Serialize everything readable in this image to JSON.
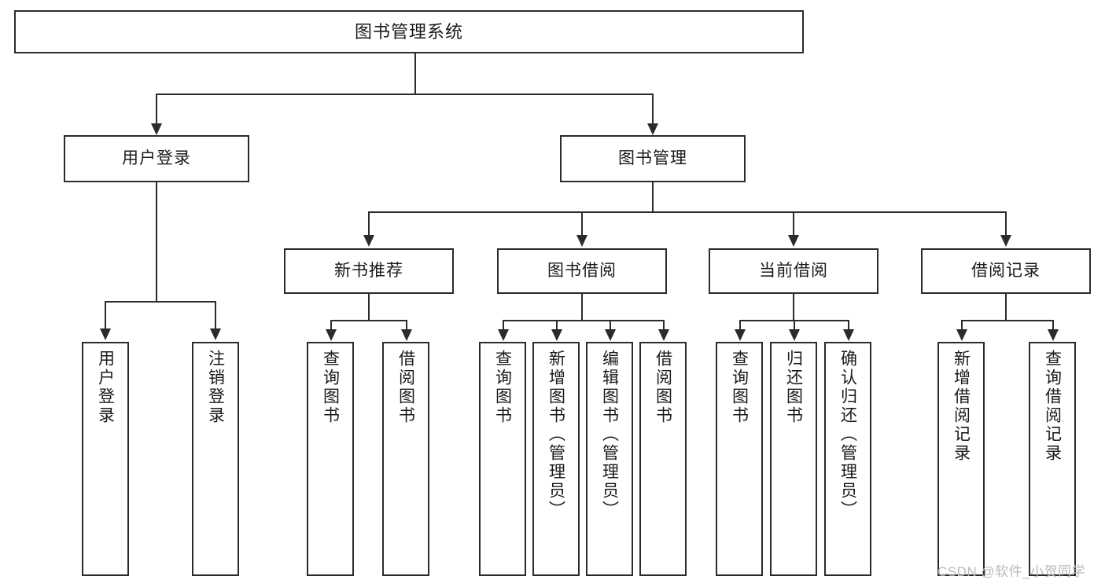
{
  "diagram": {
    "type": "tree-hierarchy",
    "title": "图书管理系统",
    "levels": 4,
    "nodes": {
      "root": {
        "label": "图书管理系统"
      },
      "level2": [
        {
          "id": "user-login",
          "label": "用户登录"
        },
        {
          "id": "book-manage",
          "label": "图书管理"
        }
      ],
      "level3": [
        {
          "id": "new-book-recommend",
          "label": "新书推荐"
        },
        {
          "id": "book-borrow",
          "label": "图书借阅"
        },
        {
          "id": "current-borrow",
          "label": "当前借阅"
        },
        {
          "id": "borrow-record",
          "label": "借阅记录"
        }
      ],
      "leaves": [
        {
          "id": "leaf-user-login",
          "label": "用户登录",
          "parent": "user-login"
        },
        {
          "id": "leaf-logout",
          "label": "注销登录",
          "parent": "user-login"
        },
        {
          "id": "leaf-query-book-1",
          "label": "查询图书",
          "parent": "new-book-recommend"
        },
        {
          "id": "leaf-borrow-book-1",
          "label": "借阅图书",
          "parent": "new-book-recommend"
        },
        {
          "id": "leaf-query-book-2",
          "label": "查询图书",
          "parent": "book-borrow"
        },
        {
          "id": "leaf-add-book",
          "label": "新增图书（管理员）",
          "parent": "book-borrow"
        },
        {
          "id": "leaf-edit-book",
          "label": "编辑图书（管理员）",
          "parent": "book-borrow"
        },
        {
          "id": "leaf-borrow-book-2",
          "label": "借阅图书",
          "parent": "book-borrow"
        },
        {
          "id": "leaf-query-book-3",
          "label": "查询图书",
          "parent": "current-borrow"
        },
        {
          "id": "leaf-return-book",
          "label": "归还图书",
          "parent": "current-borrow"
        },
        {
          "id": "leaf-confirm-return",
          "label": "确认归还（管理员）",
          "parent": "current-borrow"
        },
        {
          "id": "leaf-add-record",
          "label": "新增借阅记录",
          "parent": "borrow-record"
        },
        {
          "id": "leaf-query-record",
          "label": "查询借阅记录",
          "parent": "borrow-record"
        }
      ]
    },
    "watermark": "CSDN @软件_小贺同学",
    "colors": {
      "stroke": "#2b2b2b",
      "fill": "#ffffff",
      "text": "#1a1a1a",
      "watermark": "#b9b9b9"
    }
  }
}
